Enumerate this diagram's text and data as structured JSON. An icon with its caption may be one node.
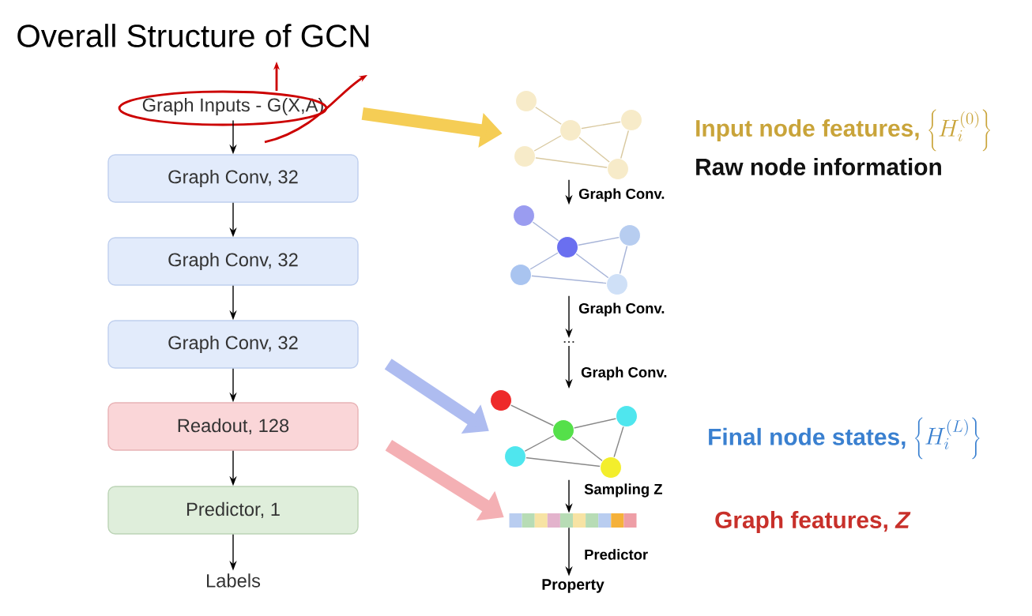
{
  "diagram": {
    "title": "Overall Structure of GCN",
    "nodes": [
      {
        "text": [
          "Graph Inputs - G(X,A)"
        ]
      },
      {
        "text": [
          "Graph Conv, 32"
        ]
      },
      {
        "text": [
          "Graph Conv, 32"
        ]
      },
      {
        "text": [
          "Graph Conv, 32"
        ]
      },
      {
        "text": [
          "Readout, 128"
        ]
      },
      {
        "text": [
          "Predictor, 1"
        ]
      },
      {
        "text": [
          "Labels"
        ]
      },
      {
        "text": [],
        "shape": "picture"
      },
      {
        "text": [],
        "shape": "picture"
      },
      {
        "text": [
          "..."
        ]
      },
      {
        "text": [],
        "shape": "picture"
      },
      {
        "text": [],
        "shape": "bar"
      },
      {
        "text": [
          "Property"
        ]
      }
    ],
    "edges": [
      {
        "from": 0,
        "to": 1,
        "arrow": "to"
      },
      {
        "from": 1,
        "to": 2,
        "arrow": "to"
      },
      {
        "from": 2,
        "to": 3,
        "arrow": "to"
      },
      {
        "from": 3,
        "to": 4,
        "arrow": "to"
      },
      {
        "from": 4,
        "to": 5,
        "arrow": "to"
      },
      {
        "from": 5,
        "to": 6,
        "arrow": "to"
      },
      {
        "from": 0,
        "to": 7,
        "arrow": "to",
        "style": "thick",
        "color": "#f5cd55"
      },
      {
        "from": 3,
        "to": 10,
        "arrow": "to",
        "style": "thick",
        "color": "#aebcf0"
      },
      {
        "from": 4,
        "to": 11,
        "arrow": "to",
        "style": "thick",
        "color": "#f4b0b4"
      },
      {
        "from": 7,
        "to": 8,
        "arrow": "to",
        "label": "Graph Conv."
      },
      {
        "from": 8,
        "to": 9,
        "arrow": "to",
        "label": "Graph Conv."
      },
      {
        "from": 9,
        "to": 10,
        "arrow": "to",
        "label": "Graph Conv."
      },
      {
        "from": 10,
        "to": 11,
        "arrow": "to",
        "label": "Sampling Z"
      },
      {
        "from": 11,
        "to": 12,
        "arrow": "to",
        "label": "Predictor"
      }
    ],
    "labels": [
      "Input node features,",
      "\\left\\{H_i^{(0)}\\right\\}",
      "Raw node information",
      "Final node states,",
      "\\left\\{H_i^{(L)}\\right\\}",
      "Graph features, *Z*"
    ]
  }
}
